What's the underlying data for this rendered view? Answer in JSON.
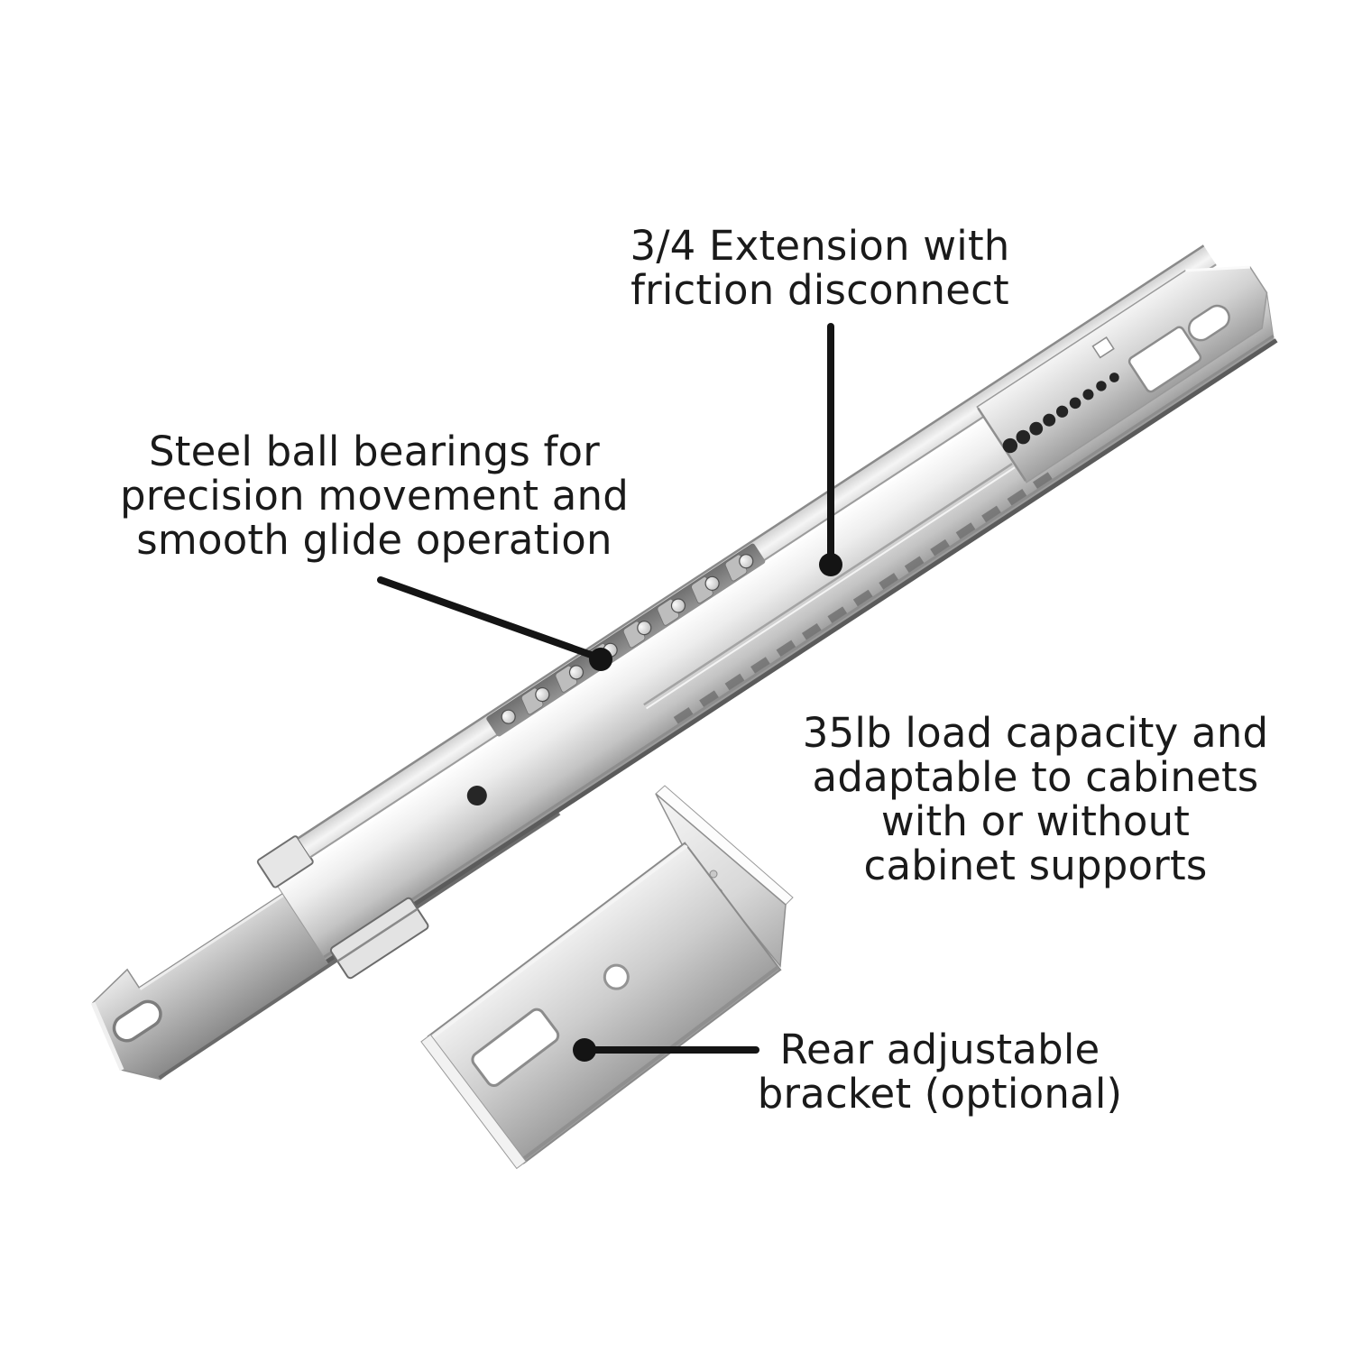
{
  "colors": {
    "background": "#ffffff",
    "text": "#1a1a1a",
    "leader_line": "#141414",
    "metal_highlight": "#f6f6f6",
    "metal_mid": "#c6c6c6",
    "metal_shadow": "#8b8b8b",
    "edge_dark": "#5e5e5e",
    "hole_dark": "#242424"
  },
  "callouts": {
    "extension": {
      "lines": [
        "3/4 Extension with",
        "friction disconnect"
      ]
    },
    "bearings": {
      "lines": [
        "Steel ball bearings for",
        "precision movement and",
        "smooth glide operation"
      ]
    },
    "capacity": {
      "lines": [
        "35lb load capacity and",
        "adaptable to cabinets",
        "with or without",
        "cabinet supports"
      ]
    },
    "bracket": {
      "lines": [
        "Rear adjustable",
        "bracket (optional)"
      ]
    }
  }
}
